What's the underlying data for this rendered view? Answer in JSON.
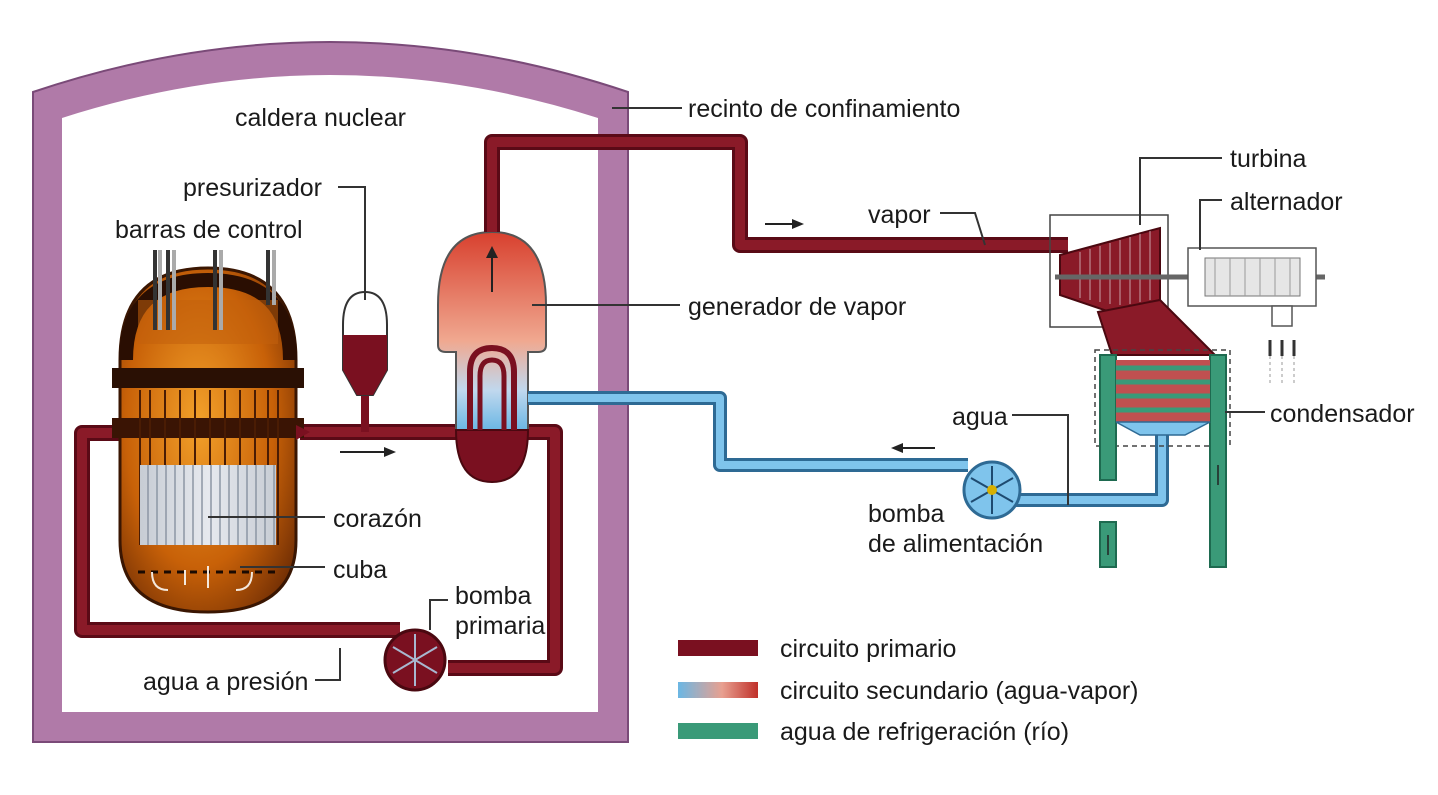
{
  "labels": {
    "caldera": "caldera nuclear",
    "recinto": "recinto de confinamiento",
    "presurizador": "presurizador",
    "barras": "barras de control",
    "generador": "generador de vapor",
    "corazon": "corazón",
    "cuba": "cuba",
    "bomba_primaria_1": "bomba",
    "bomba_primaria_2": "primaria",
    "agua_presion": "agua a presión",
    "vapor": "vapor",
    "turbina": "turbina",
    "alternador": "alternador",
    "agua": "agua",
    "condensador": "condensador",
    "bomba_alim_1": "bomba",
    "bomba_alim_2": "de alimentación"
  },
  "legend": {
    "items": [
      {
        "label": "circuito primario",
        "color": "#7a1020"
      },
      {
        "label": "circuito secundario (agua-vapor)",
        "color": "gradient-blue-red"
      },
      {
        "label": "agua de refrigeración (río)",
        "color": "#3a9a78"
      }
    ]
  },
  "colors": {
    "containment": "#b07aa8",
    "primary": "#7a1020",
    "secondary_water": "#6bb7e4",
    "cooling": "#3a9a78",
    "reactor_orange": "#d8700a"
  }
}
